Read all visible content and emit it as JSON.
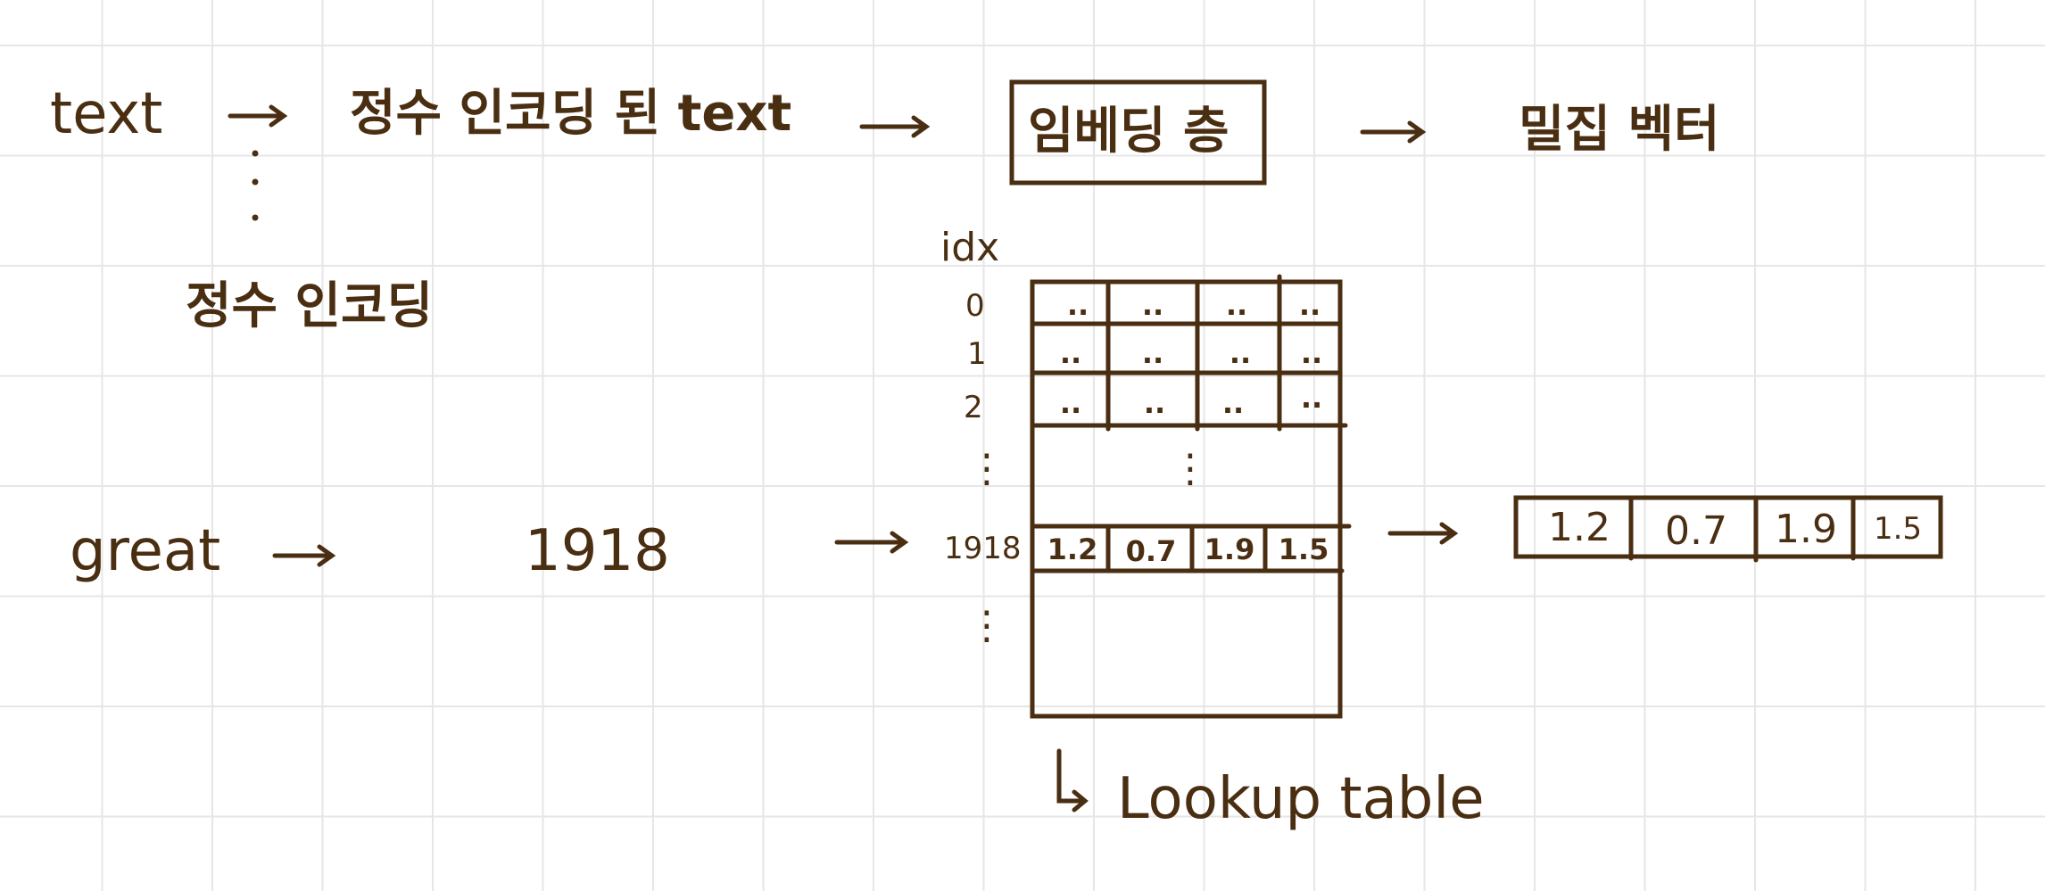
{
  "colors": {
    "ink": "#4a2e12",
    "grid": "#e6e6e6",
    "paper": "#ffffff"
  },
  "top_row": {
    "text": "text",
    "encoded_text": "정수 인코딩 된  text",
    "embedding_layer": "임베딩 층",
    "dense_vector": "밀집 벡터"
  },
  "integer_encoding_label": "정수 인코딩",
  "example": {
    "word": "great",
    "index": "1918"
  },
  "lookup_table": {
    "idx_header": "idx",
    "row_indices": [
      "0",
      "1",
      "2",
      "⋮",
      "1918",
      "⋮"
    ],
    "placeholder": "..",
    "vdots": "⋮",
    "highlight_row": [
      "1.2",
      "0.7",
      "1.9",
      "1.5"
    ],
    "caption": "Lookup table"
  },
  "output_vector": [
    "1.2",
    "0.7",
    "1.9",
    "1.5"
  ]
}
